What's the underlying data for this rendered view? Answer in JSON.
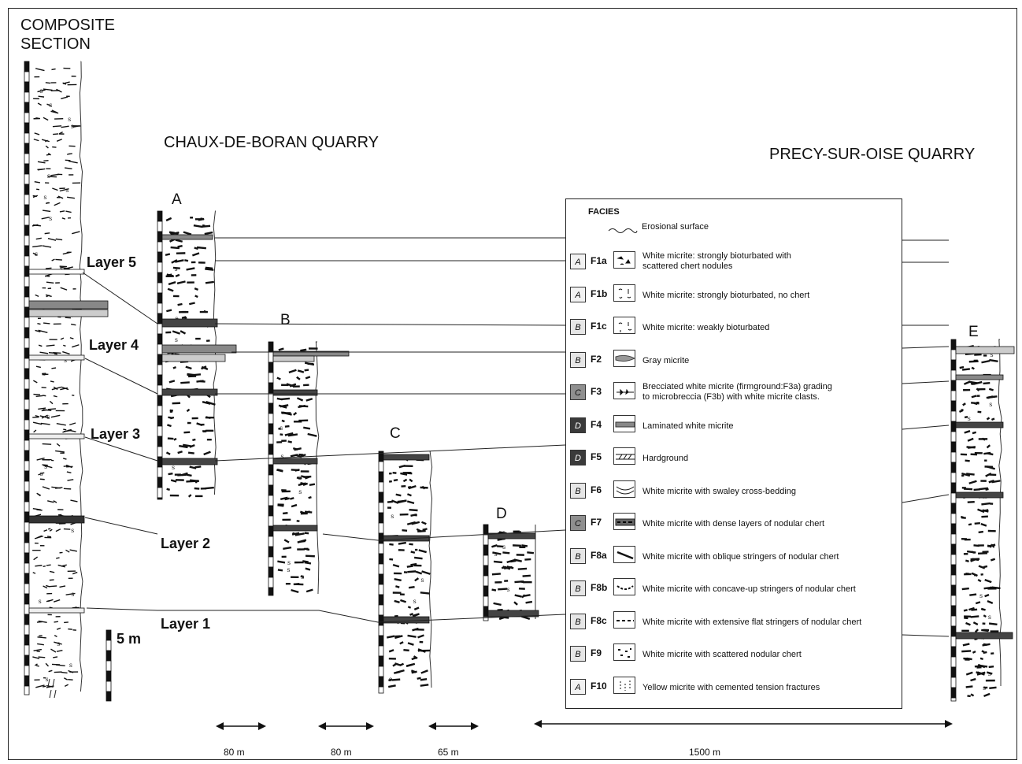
{
  "titles": {
    "composite": "COMPOSITE\nSECTION",
    "chaux": "CHAUX-DE-BORAN QUARRY",
    "precy": "PRECY-SUR-OISE QUARRY"
  },
  "sections": [
    "A",
    "B",
    "C",
    "D",
    "E"
  ],
  "layers": [
    "Layer 5",
    "Layer 4",
    "Layer 3",
    "Layer 2",
    "Layer 1"
  ],
  "scale_label": "5 m",
  "distances": [
    "80 m",
    "80 m",
    "65 m",
    "1500 m"
  ],
  "legend": {
    "title": "FACIES",
    "erosional": "Erosional surface",
    "items": [
      {
        "lt": "A",
        "code": "F1a",
        "desc": "White micrite: strongly bioturbated with\nscattered chert nodules"
      },
      {
        "lt": "A",
        "code": "F1b",
        "desc": "White micrite: strongly bioturbated, no chert"
      },
      {
        "lt": "B",
        "code": "F1c",
        "desc": "White micrite: weakly bioturbated"
      },
      {
        "lt": "B",
        "code": "F2",
        "desc": "Gray micrite"
      },
      {
        "lt": "C",
        "code": "F3",
        "desc": "Brecciated white micrite (firmground:F3a) grading\nto microbreccia (F3b) with white micrite clasts."
      },
      {
        "lt": "D",
        "code": "F4",
        "desc": "Laminated white micrite"
      },
      {
        "lt": "D",
        "code": "F5",
        "desc": "Hardground"
      },
      {
        "lt": "B",
        "code": "F6",
        "desc": "White micrite with swaley cross-bedding"
      },
      {
        "lt": "C",
        "code": "F7",
        "desc": "White micrite with dense layers of nodular chert"
      },
      {
        "lt": "B",
        "code": "F8a",
        "desc": "White micrite with oblique stringers of nodular chert"
      },
      {
        "lt": "B",
        "code": "F8b",
        "desc": "White micrite with concave-up stringers of nodular chert"
      },
      {
        "lt": "B",
        "code": "F8c",
        "desc": "White micrite with extensive flat stringers of nodular chert"
      },
      {
        "lt": "B",
        "code": "F9",
        "desc": "White micrite with scattered nodular chert"
      },
      {
        "lt": "A",
        "code": "F10",
        "desc": "Yellow micrite with cemented tension fractures"
      }
    ]
  }
}
